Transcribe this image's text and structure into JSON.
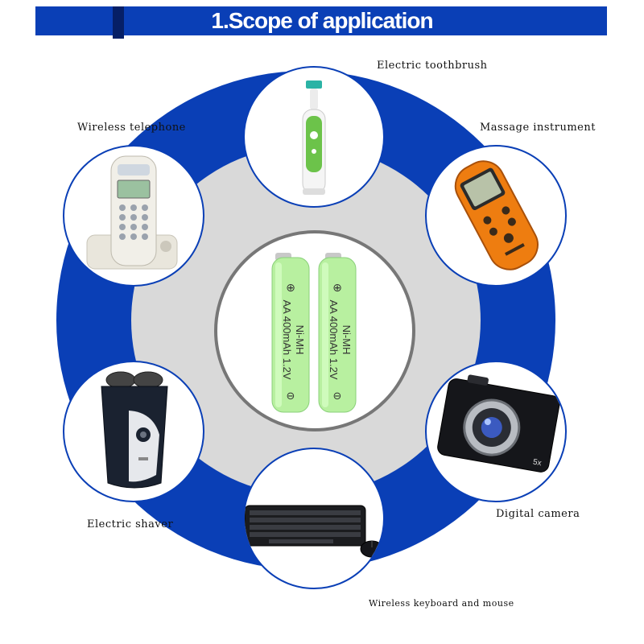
{
  "header": {
    "title": "1.Scope of application"
  },
  "colors": {
    "ring": "#0a3fb6",
    "inner": "#d9d9d9",
    "battery": "#b8f0a0"
  },
  "battery": {
    "plus": "⊕",
    "line1": "Ni-MH",
    "line2": "AA 400mAh 1.2V",
    "minus": "⊖"
  },
  "items": [
    {
      "label": "Electric toothbrush",
      "icon": "toothbrush-icon"
    },
    {
      "label": "Wireless telephone",
      "icon": "telephone-icon"
    },
    {
      "label": "Massage instrument",
      "icon": "massager-icon"
    },
    {
      "label": "Electric shaver",
      "icon": "shaver-icon"
    },
    {
      "label": "Digital camera",
      "icon": "camera-icon"
    },
    {
      "label": "Wireless keyboard and mouse",
      "icon": "keyboard-icon"
    }
  ]
}
